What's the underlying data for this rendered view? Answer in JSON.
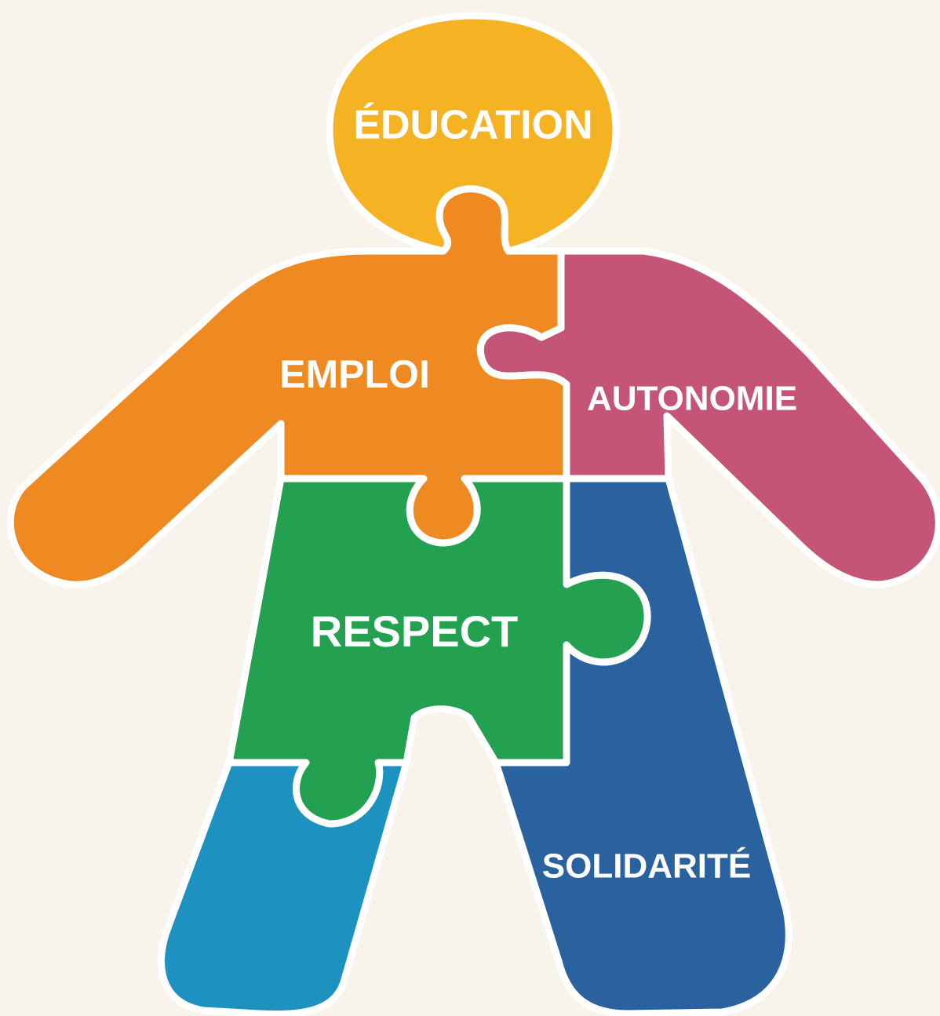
{
  "diagram": {
    "background": "#f8f4ec",
    "outline_color": "#ffffff",
    "pieces": [
      {
        "id": "education",
        "label": "ÉDUCATION",
        "color": "#f5b324",
        "body_part": "head"
      },
      {
        "id": "emploi",
        "label": "EMPLOI",
        "color": "#ef8a22",
        "body_part": "torso-left-arm"
      },
      {
        "id": "autonomie",
        "label": "AUTONOMIE",
        "color": "#c45576",
        "body_part": "torso-right-arm"
      },
      {
        "id": "respect",
        "label": "RESPECT",
        "color": "#23a050",
        "body_part": "hips"
      },
      {
        "id": "solidarite",
        "label": "SOLIDARITÉ",
        "color": "#2a62a0",
        "body_part": "right-leg"
      },
      {
        "id": "left-leg",
        "label": "",
        "color": "#1d92c1",
        "body_part": "left-leg"
      }
    ]
  }
}
